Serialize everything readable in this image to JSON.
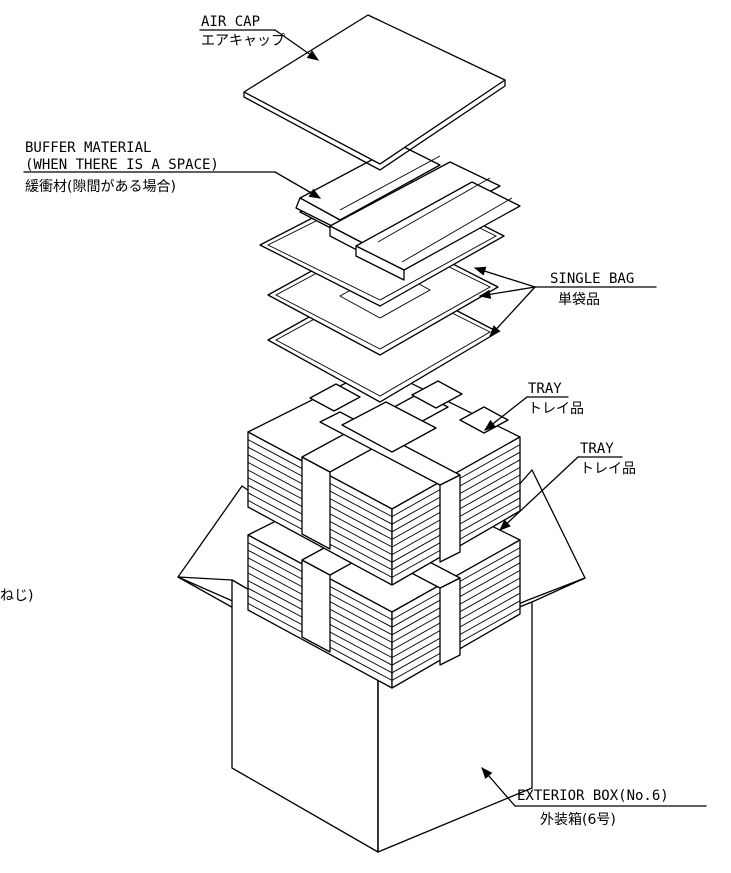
{
  "labels": {
    "air_cap_en": "AIR CAP",
    "air_cap_jp": "エアキャップ",
    "buffer_en_1": "BUFFER MATERIAL",
    "buffer_en_2": "(WHEN THERE IS A SPACE)",
    "buffer_jp": "緩衝材(隙間がある場合)",
    "single_bag_en": "SINGLE BAG",
    "single_bag_jp": "単袋品",
    "tray_top_en": "TRAY",
    "tray_top_jp": "トレイ品",
    "tray_right_en": "TRAY",
    "tray_right_jp": "トレイ品",
    "box_en": "EXTERIOR BOX(No.6)",
    "box_jp": "外装箱(6号)",
    "cut_text": "ねじ)"
  },
  "colors": {
    "line": "#000000",
    "background": "#ffffff"
  }
}
